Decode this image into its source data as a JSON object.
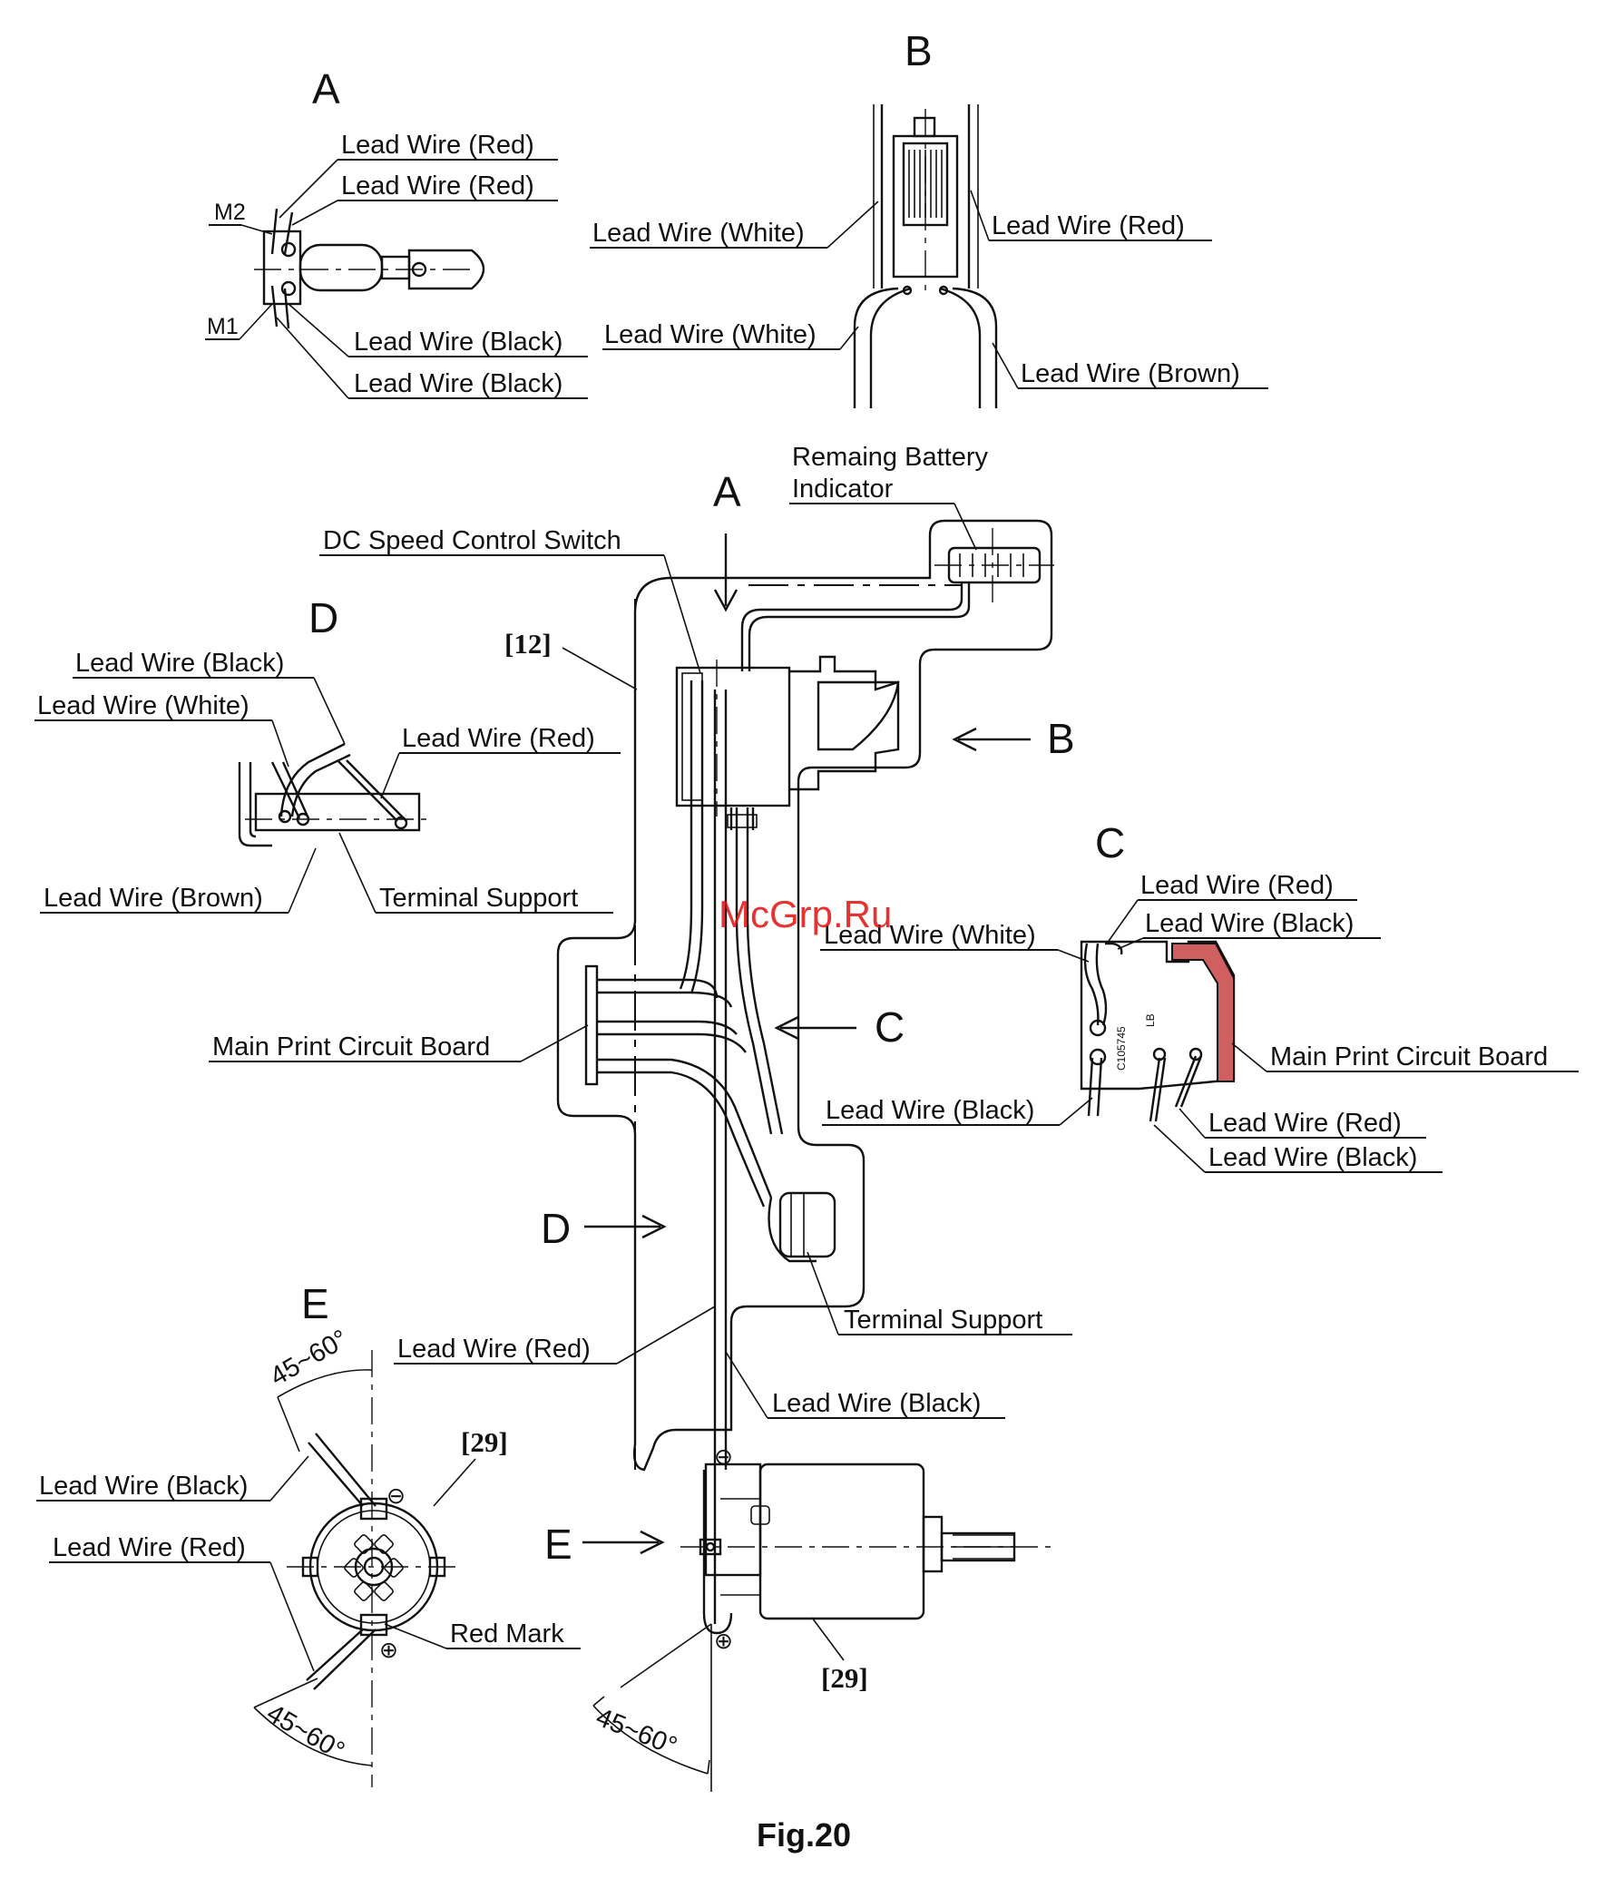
{
  "labels": {
    "lead_red": "Lead Wire (Red)",
    "lead_black": "Lead Wire (Black)",
    "lead_white": "Lead Wire (White)",
    "lead_brown": "Lead Wire (Brown)",
    "terminal_support": "Terminal Support",
    "main_pcb": "Main Print Circuit Board",
    "dc_switch": "DC Speed Control Switch",
    "battery_indicator_line1": "Remaing Battery",
    "battery_indicator_line2": "Indicator",
    "red_mark": "Red Mark",
    "angle": "45~60°"
  },
  "markers": {
    "m1": "M1",
    "m2": "M2",
    "minus": "⊖",
    "plus": "⊕",
    "pcb_code": "C105745",
    "pcb_lb": "LB"
  },
  "views": {
    "a": "A",
    "b": "B",
    "c": "C",
    "d": "D",
    "e": "E"
  },
  "parts": {
    "p12": "[12]",
    "p29": "[29]"
  },
  "caption": "Fig.20",
  "watermark": "McGrp.Ru"
}
